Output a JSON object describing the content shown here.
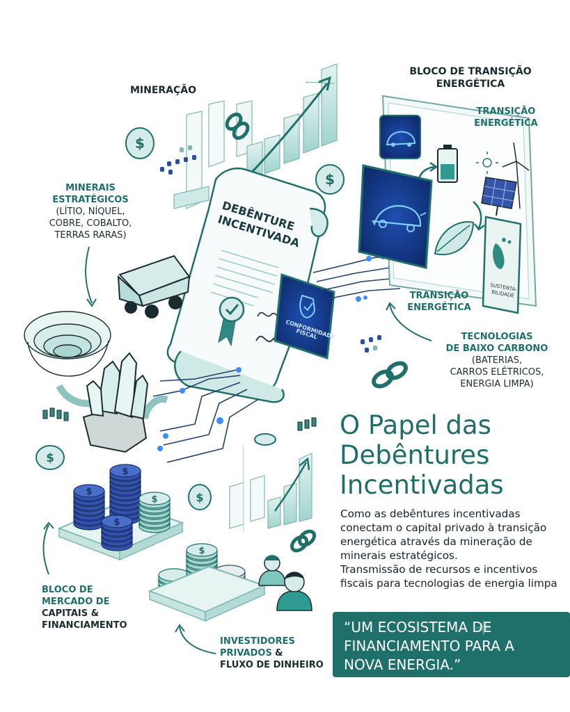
{
  "labels": {
    "mineracao": "MINERAÇÃO",
    "bloco_transicao": [
      "BLOCO DE TRANSIÇÃO",
      "ENERGÉTICA"
    ],
    "transicao_top": [
      "TRANSIÇÃO",
      "ENERGÉTICA"
    ],
    "transicao_mid": [
      "TRANSIÇÃO",
      "ENERGÉTICA"
    ],
    "minerais_title": [
      "MINERAIS",
      "ESTRATÉGICOS"
    ],
    "minerais_detail": [
      "(LÍTIO, NÍQUEL,",
      "COBRE, COBALTO,",
      "TERRAS RARAS)"
    ],
    "tecnologias_title": [
      "TECNOLOGIAS",
      "DE BAIXO CARBONO"
    ],
    "tecnologias_detail": [
      "(BATERIAS,",
      "CARROS ELÉTRICOS,",
      "ENERGIA LIMPA)"
    ],
    "mercado_title": [
      "BLOCO DE",
      "MERCADO DE"
    ],
    "mercado_detail": [
      "CAPITAIS &",
      "FINANCIAMENTO"
    ],
    "investidores_title": [
      "INVESTIDORES",
      "PRIVADOS"
    ],
    "investidores_amp": "&",
    "investidores_detail": "FLUXO DE DINHEIRO"
  },
  "document": {
    "title_line1": "DEBÊNTURE",
    "title_line2": "INCENTIVADA",
    "badge_line1": "CONFORMIDADE",
    "badge_line2": "FISCAL"
  },
  "phone_label_line1": "SUSTENTA-",
  "phone_label_line2": "BILIDADE",
  "heading": [
    "O Papel das",
    "Debêntures",
    "Incentivadas"
  ],
  "description": [
    "Como as debêntures incentivadas",
    "conectam o capital privado à transição",
    "energética através da mineração de",
    "minerais estratégicos.",
    "Transmissão de recursos e incentivos",
    "fiscais para tecnologias de energia limpa"
  ],
  "quote": [
    "“UM ECOSISTEMA DE",
    "FINANCIAMENTO PARA A",
    "NOVA ENERGIA.”"
  ],
  "colors": {
    "teal_dark": "#1f6f6a",
    "teal_light": "#d6ecea",
    "navy": "#2a4ea0",
    "neon_blue": "#3a8cff",
    "text_dark": "#14222a"
  }
}
